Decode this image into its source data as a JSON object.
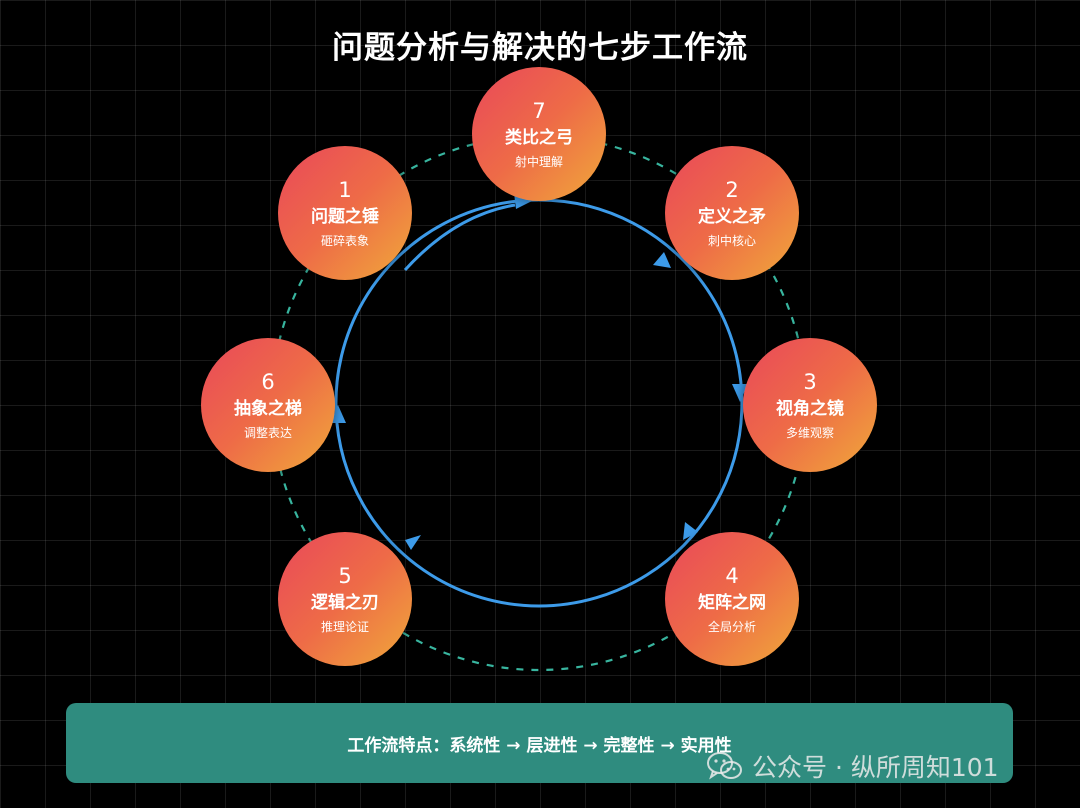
{
  "title": "问题分析与解决的七步工作流",
  "steps": [
    {
      "num": "1",
      "name": "问题之锤",
      "sub": "砸碎表象"
    },
    {
      "num": "2",
      "name": "定义之矛",
      "sub": "刺中核心"
    },
    {
      "num": "3",
      "name": "视角之镜",
      "sub": "多维观察"
    },
    {
      "num": "4",
      "name": "矩阵之网",
      "sub": "全局分析"
    },
    {
      "num": "5",
      "name": "逻辑之刃",
      "sub": "推理论证"
    },
    {
      "num": "6",
      "name": "抽象之梯",
      "sub": "调整表达"
    },
    {
      "num": "7",
      "name": "类比之弓",
      "sub": "射中理解"
    }
  ],
  "footer": {
    "text": "工作流特点：系统性 → 层进性 → 完整性 → 实用性"
  },
  "watermark": {
    "text": "公众号 · 纵所周知101"
  },
  "colors": {
    "node_start": "#e9485a",
    "node_end": "#f0a93a",
    "dashed_ring": "#3ec9b0",
    "flow_arrow": "#3d9be9",
    "footer_bg": "#2f8c7f"
  }
}
